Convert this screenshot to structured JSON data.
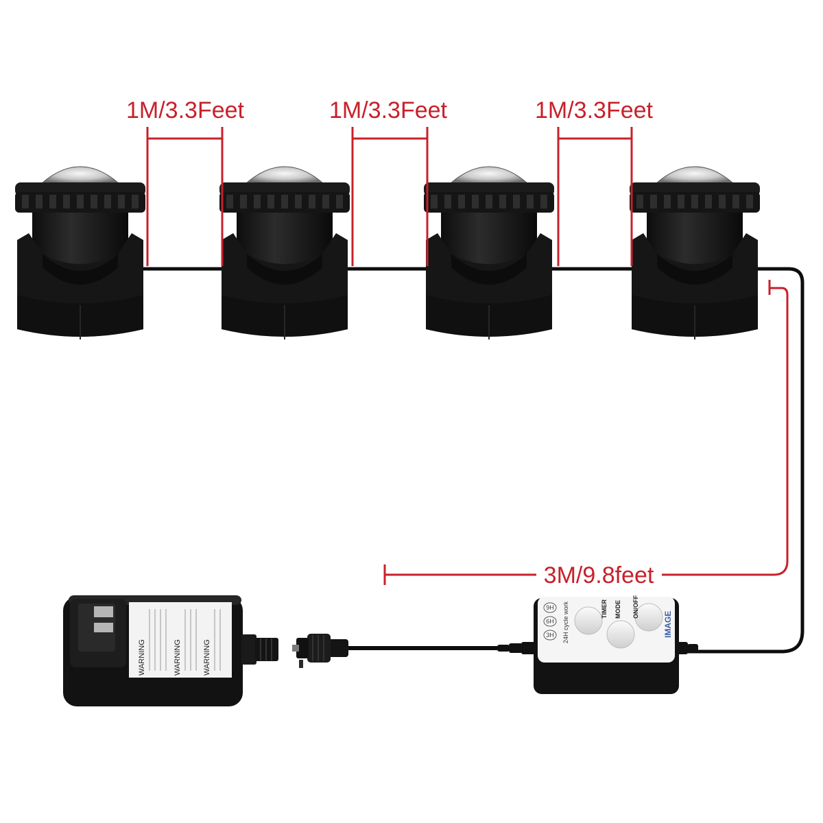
{
  "colors": {
    "dimension": "#c8202a",
    "device": "#1a1a1a",
    "cable": "#0d0d0d",
    "button": "#e6e6e6",
    "panel": "#f4f4f4"
  },
  "dimensions": {
    "spacing_1": "1M/3.3Feet",
    "spacing_2": "1M/3.3Feet",
    "spacing_3": "1M/3.3Feet",
    "lead": "3M/9.8feet"
  },
  "controller": {
    "timer_options": [
      "3H",
      "6H",
      "9H"
    ],
    "cycle_label": "24H cycle work",
    "buttons": [
      "TIMER",
      "MODE",
      "ON/OFF"
    ],
    "brand": "IMAGE"
  },
  "adapter": {
    "warning_1": "WARNING",
    "warning_2": "WARNING",
    "warning_3": "WARNING"
  }
}
